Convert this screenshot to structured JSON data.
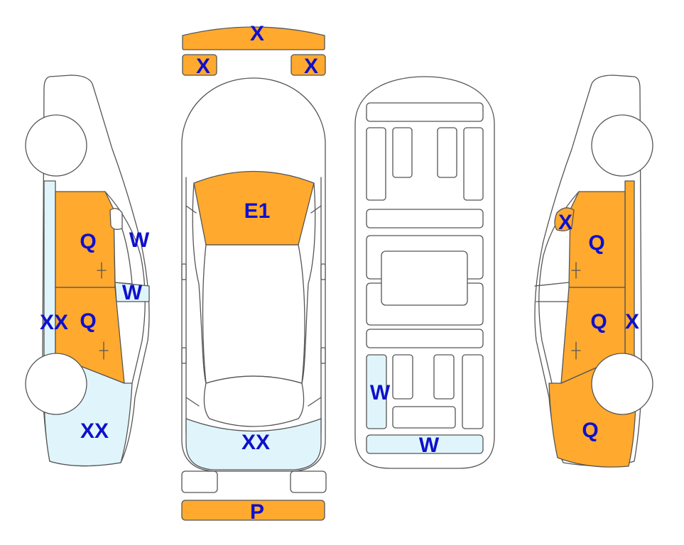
{
  "colors": {
    "damage_orange": "#FFAA2E",
    "damage_lightblue": "#E0F5FB",
    "label_blue": "#0F10CC",
    "outline": "#555555"
  },
  "labels": {
    "front_bumper": "X",
    "front_light_left": "X",
    "front_light_right": "X",
    "hood": "E1",
    "roof_rear": "XX",
    "rear_bumper": "P",
    "left_front_door": "Q",
    "left_rear_door": "Q",
    "left_front_window": "W",
    "left_rear_window": "W",
    "left_rocker": "XX",
    "left_rear_quarter": "XX",
    "floor_left_panel": "W",
    "floor_rear_panel": "W",
    "right_mirror": "X",
    "right_front_door": "Q",
    "right_rear_door": "Q",
    "right_rocker": "X",
    "right_rear_quarter": "Q"
  }
}
